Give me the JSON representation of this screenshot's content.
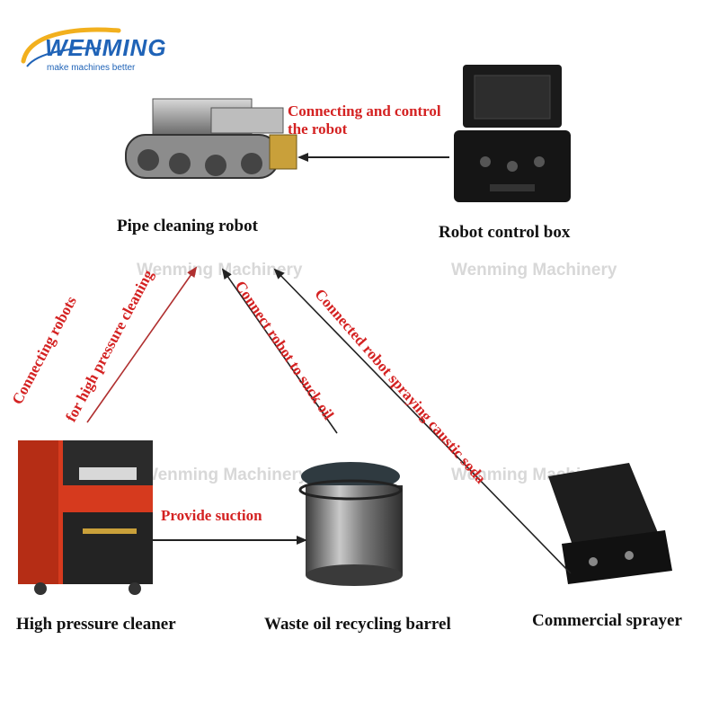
{
  "brand": {
    "name": "WENMING",
    "tagline": "make machines better"
  },
  "watermark": "Wenming Machinery",
  "nodes": {
    "robot": "Pipe cleaning robot",
    "control_box": "Robot control box",
    "cleaner": "High pressure cleaner",
    "barrel": "Waste oil recycling barrel",
    "sprayer": "Commercial sprayer"
  },
  "edges": {
    "control": [
      "Connecting and control",
      "the robot"
    ],
    "pressure": [
      "Connecting robots",
      "for high pressure cleaning"
    ],
    "suck": "Connect robot to suck oil",
    "spray": "Connected robot spraying caustic soda",
    "suction": "Provide suction"
  },
  "colors": {
    "brand_blue": "#1f63b7",
    "brand_gold": "#f2b01e",
    "label_red": "#d42222",
    "arrow_dark": "#222222",
    "arrow_red": "#c0392b"
  }
}
